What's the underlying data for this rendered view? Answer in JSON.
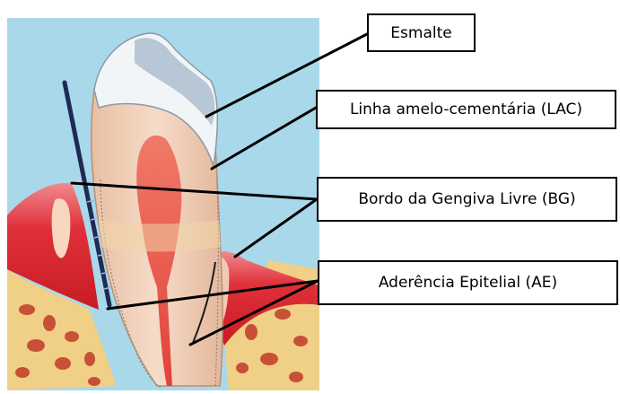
{
  "labels": {
    "enamel": "Esmalte",
    "cej": "Linha amelo-cementária (LAC)",
    "gingival_margin": "Bordo da Gengiva Livre (BG)",
    "epithelial_attachment": "Aderência Epitelial (AE)"
  },
  "colors": {
    "background": "#a9d8ea",
    "gum": "#d8242a",
    "bone": "#f0cf86",
    "dentin": "#f2d5bf",
    "pulp": "#e9584a",
    "enamel": "#eef3f8",
    "line": "#000000"
  }
}
